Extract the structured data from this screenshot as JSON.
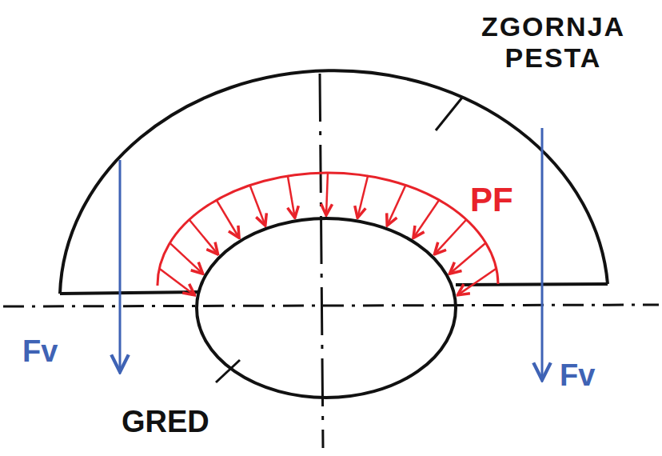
{
  "diagram": {
    "labels": [
      "ZGORNJA PESTA",
      "PF",
      "Fv",
      "Fv",
      "GRED"
    ]
  }
}
